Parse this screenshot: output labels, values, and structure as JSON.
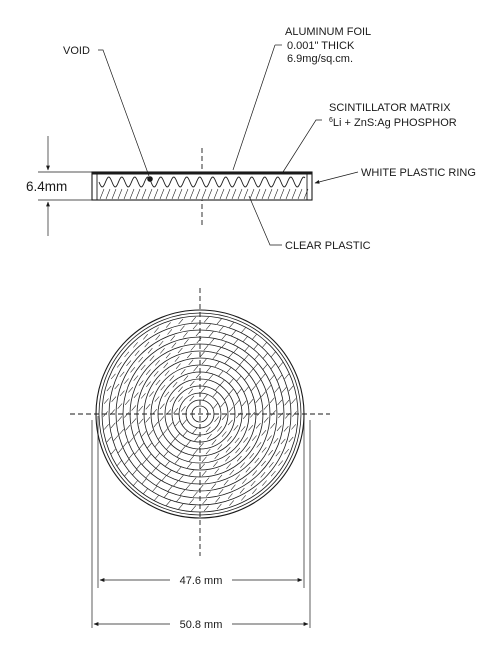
{
  "labels": {
    "void": "VOID",
    "foil_title": "ALUMINUM FOIL",
    "foil_thickness": "0.001\" THICK",
    "foil_density": "6.9mg/sq.cm.",
    "matrix_title": "SCINTILLATOR MATRIX",
    "matrix_isotope_mass": "6",
    "matrix_composition": "Li  + ZnS:Ag PHOSPHOR",
    "ring": "WHITE PLASTIC RING",
    "clear_plastic": "CLEAR PLASTIC",
    "thickness": "6.4mm"
  },
  "dimensions": {
    "inner_diameter": "47.6 mm",
    "outer_diameter": "50.8 mm"
  },
  "colors": {
    "ink": "#1a1a1a",
    "background": "#ffffff"
  }
}
